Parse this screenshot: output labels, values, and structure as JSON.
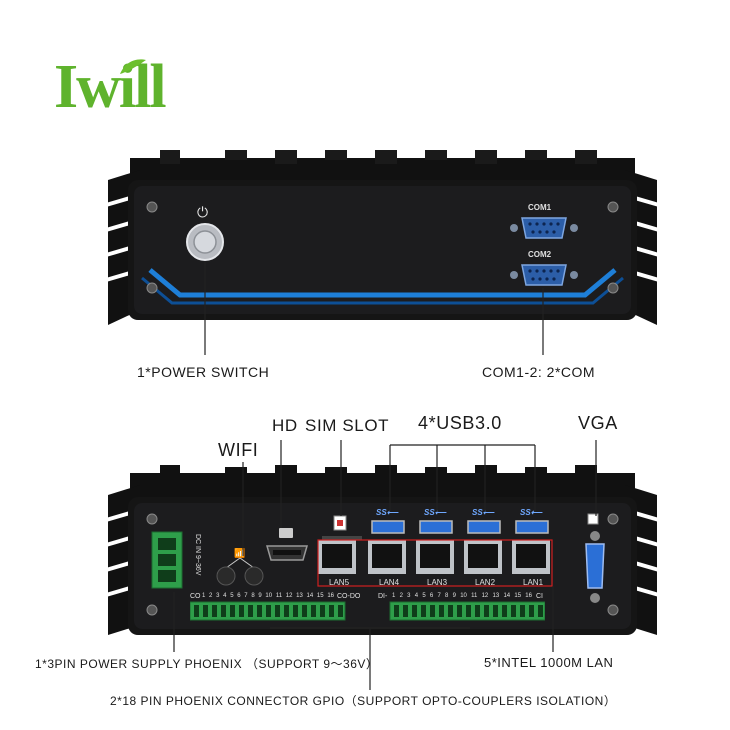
{
  "brand": {
    "logo_text": "Iwill"
  },
  "front_panel": {
    "power_symbol": "⏻",
    "com1_label": "COM1",
    "com2_label": "COM2"
  },
  "callouts_top": {
    "power_switch": "1*POWER SWITCH",
    "com": "COM1-2: 2*COM"
  },
  "callouts_rear_top": {
    "hd": "HD",
    "sim_slot": "SIM SLOT",
    "usb": "4*USB3.0",
    "vga": "VGA",
    "wifi": "WIFI"
  },
  "rear_panel": {
    "dc_in": "DC IN 9~36V",
    "lan_labels": [
      "LAN5",
      "LAN4",
      "LAN3",
      "LAN2",
      "LAN1"
    ],
    "gpio_left_prefix": "CO",
    "gpio_left_suffix": "CO-DO",
    "gpio_right_prefix": "DI-",
    "gpio_right_suffix": "CI",
    "pin_numbers": [
      "1",
      "2",
      "3",
      "4",
      "5",
      "6",
      "7",
      "8",
      "9",
      "10",
      "11",
      "12",
      "13",
      "14",
      "15",
      "16"
    ]
  },
  "callouts_bottom": {
    "power_supply": "1*3PIN POWER SUPPLY PHOENIX （SUPPORT 9～36V）",
    "lan": "5*INTEL 1000M LAN",
    "gpio": "2*18 PIN PHOENIX CONNECTOR GPIO（SUPPORT OPTO-COUPLERS ISOLATION）"
  },
  "colors": {
    "logo_green": "#5fb32d",
    "port_blue": "#2b6fd6",
    "stripe_blue": "#1e7fd8",
    "connector_green": "#2e9e4a"
  }
}
